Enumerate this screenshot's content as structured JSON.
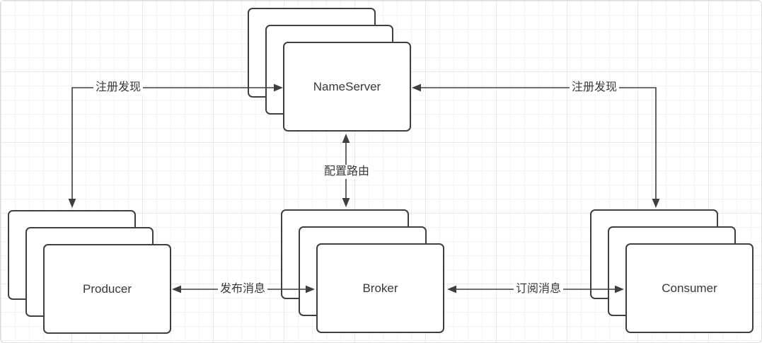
{
  "nodes": {
    "nameserver": {
      "label": "NameServer",
      "stack_count": 3
    },
    "producer": {
      "label": "Producer",
      "stack_count": 3
    },
    "broker": {
      "label": "Broker",
      "stack_count": 3
    },
    "consumer": {
      "label": "Consumer",
      "stack_count": 3
    }
  },
  "edges": {
    "producer_nameserver": {
      "label": "注册发现",
      "direction": "bidirectional"
    },
    "consumer_nameserver": {
      "label": "注册发现",
      "direction": "bidirectional"
    },
    "nameserver_broker": {
      "label": "配置路由",
      "direction": "bidirectional"
    },
    "producer_broker": {
      "label": "发布消息",
      "direction": "bidirectional"
    },
    "broker_consumer": {
      "label": "订阅消息",
      "direction": "bidirectional"
    }
  },
  "colors": {
    "stroke": "#3f3f3f",
    "fill": "#ffffff",
    "text": "#383838",
    "grid_minor": "#f2f2f2",
    "grid_major": "#e8e8e8",
    "background": "#ffffff"
  }
}
